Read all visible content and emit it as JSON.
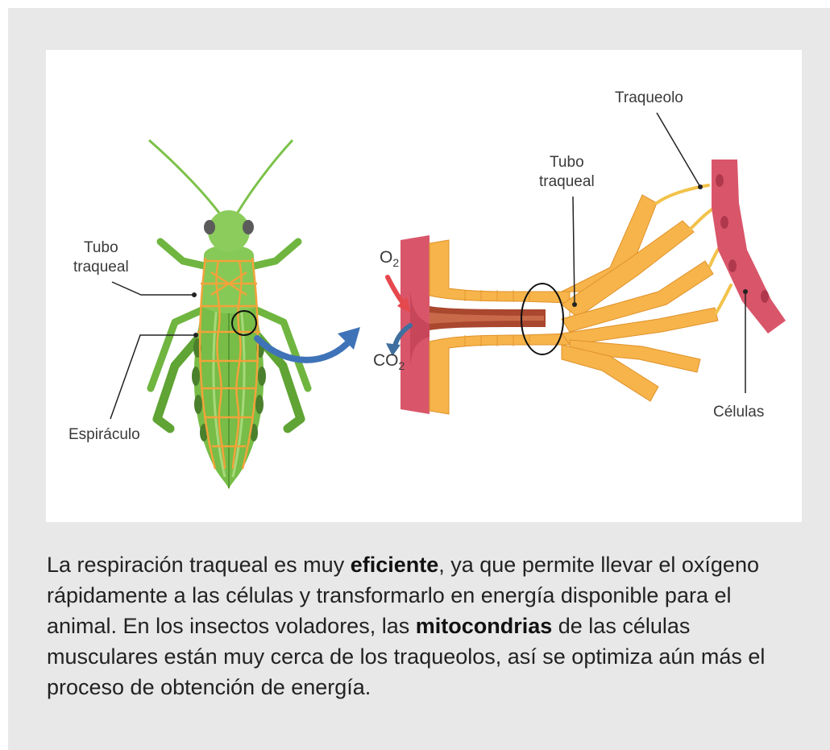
{
  "colors": {
    "panel_bg": "#e7e8e7",
    "insect_green": "#7cc24a",
    "trachea_orange": "#f2a33a",
    "cell_red": "#d9566a",
    "arrow_blue": "#3f73b8",
    "o2_arrow_red": "#e5484d",
    "co2_arrow_blue": "#3f6f9e"
  },
  "diagram": {
    "insect_labels": {
      "tubo_traqueal": [
        "Tubo",
        "traqueal"
      ],
      "espiraculo": "Espiráculo"
    },
    "detail_labels": {
      "traqueolo": "Traqueolo",
      "tubo_traqueal": [
        "Tubo",
        "traqueal"
      ],
      "celulas": "Células",
      "o2": "O",
      "o2_sub": "2",
      "co2": "CO",
      "co2_sub": "2"
    }
  },
  "caption": {
    "p1": "La respiración traqueal es muy ",
    "b1": "eficiente",
    "p2": ", ya que permite llevar el oxígeno rápidamente a las células y transformarlo en energía disponible para el animal. En los insectos voladores, las ",
    "b2": "mitocondrias",
    "p3": " de las células musculares están muy cerca de los traqueolos, así se optimiza aún más el proceso de obtención de energía."
  }
}
